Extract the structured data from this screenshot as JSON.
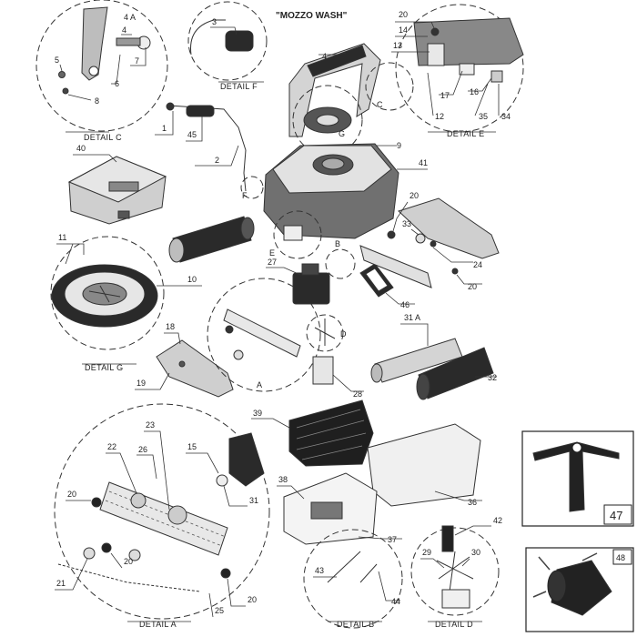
{
  "title": "\"MOZZO WASH\"",
  "details": {
    "a": "DETAIL A",
    "b": "DETAIL B",
    "c": "DETAIL C",
    "d": "DETAIL D",
    "e": "DETAIL E",
    "f": "DETAIL F",
    "g": "DETAIL G"
  },
  "callouts": {
    "1": "1",
    "2": "2",
    "3": "3",
    "4": "4",
    "4a": "4 A",
    "5": "5",
    "6": "6",
    "7": "7",
    "8": "8",
    "9": "9",
    "10": "10",
    "11": "11",
    "12": "12",
    "13": "13",
    "14": "14",
    "15": "15",
    "16": "16",
    "17": "17",
    "18": "18",
    "19": "19",
    "20a": "20",
    "20b": "20",
    "20c": "20",
    "20d": "20",
    "20e": "20",
    "20f": "20",
    "20g": "20",
    "21": "21",
    "22": "22",
    "23": "23",
    "24": "24",
    "25": "25",
    "26": "26",
    "27": "27",
    "28": "28",
    "29": "29",
    "30": "30",
    "31": "31",
    "31a": "31 A",
    "32": "32",
    "33": "33",
    "34": "34",
    "35": "35",
    "36": "36",
    "37": "37",
    "38": "38",
    "39": "39",
    "40": "40",
    "41": "41",
    "42": "42",
    "43": "43",
    "44": "44",
    "45": "45",
    "46": "46",
    "47": "47",
    "48": "48",
    "la": "A",
    "lb": "B",
    "lc": "C",
    "ld": "D",
    "le": "E",
    "lf": "F",
    "lg": "G"
  },
  "colors": {
    "ink": "#222222",
    "body_grey": "#6f6f6f",
    "dark_part": "#2a2a2a",
    "light_part": "#d8d8d8"
  }
}
